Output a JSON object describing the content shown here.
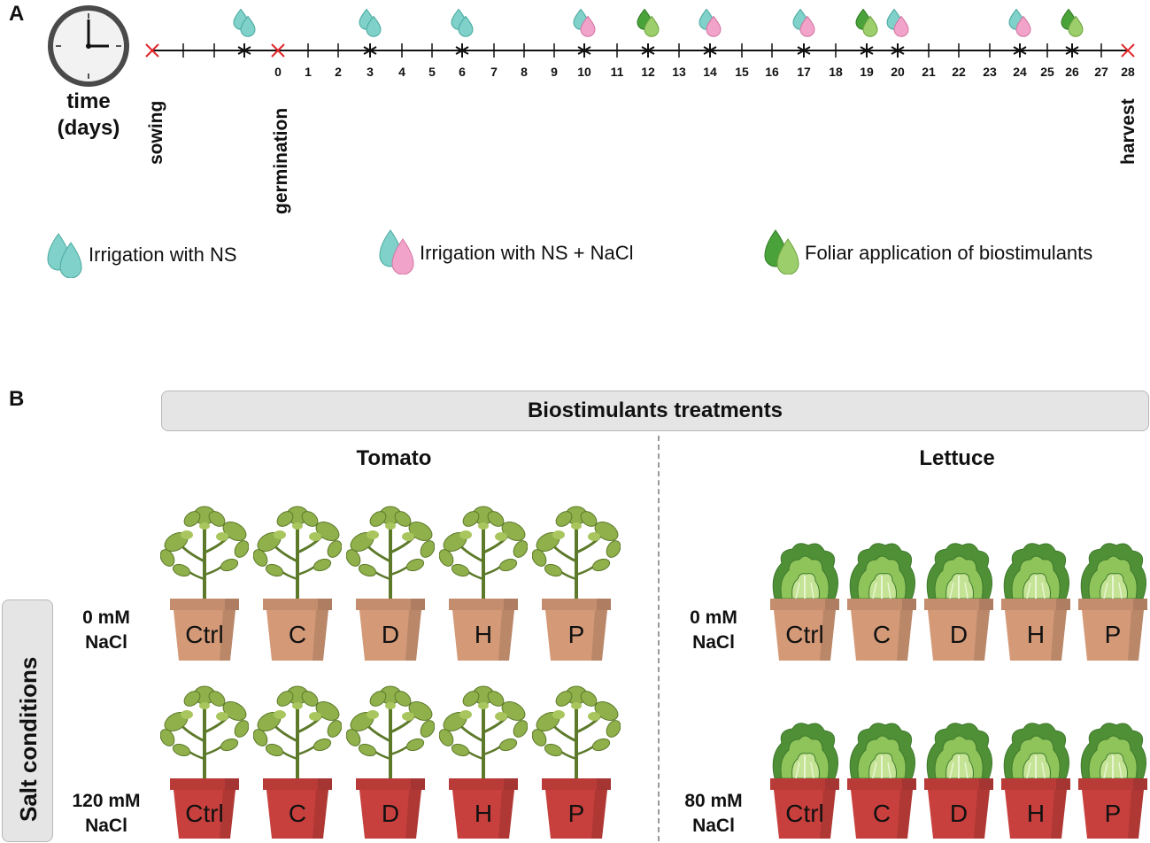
{
  "panel_a": {
    "letter": "A",
    "time_label": [
      "time",
      "(days)"
    ],
    "events": {
      "sowing": "sowing",
      "germination": "germination",
      "harvest": "harvest"
    },
    "day_ticks": [
      "0",
      "1",
      "2",
      "3",
      "4",
      "5",
      "6",
      "7",
      "8",
      "9",
      "10",
      "11",
      "12",
      "13",
      "14",
      "15",
      "16",
      "17",
      "18",
      "19",
      "20",
      "21",
      "22",
      "23",
      "24",
      "25",
      "26",
      "27",
      "28"
    ],
    "legend": {
      "ns": "Irrigation with NS",
      "ns_nacl": "Irrigation with NS + NaCl",
      "foliar": "Foliar application of biostimulants"
    },
    "colors": {
      "ns": "#7fd1c9",
      "nacl": "#f2a3c9",
      "foliar": "#9ccf6c",
      "foliar_dark": "#4aa33a",
      "event_marker": "#e0262b"
    }
  },
  "panel_b": {
    "letter": "B",
    "banner": "Biostimulants treatments",
    "salt_banner": "Salt conditions",
    "tomato": {
      "title": "Tomato",
      "rows": [
        {
          "salt": [
            "0 mM",
            "NaCl"
          ],
          "pot_color": "#d49a78"
        },
        {
          "salt": [
            "120 mM",
            "NaCl"
          ],
          "pot_color": "#c8403d"
        }
      ]
    },
    "lettuce": {
      "title": "Lettuce",
      "rows": [
        {
          "salt": [
            "0 mM",
            "NaCl"
          ],
          "pot_color": "#d49a78"
        },
        {
          "salt": [
            "80 mM",
            "NaCl"
          ],
          "pot_color": "#c8403d"
        }
      ]
    },
    "treatments": [
      "Ctrl",
      "C",
      "D",
      "H",
      "P"
    ]
  }
}
